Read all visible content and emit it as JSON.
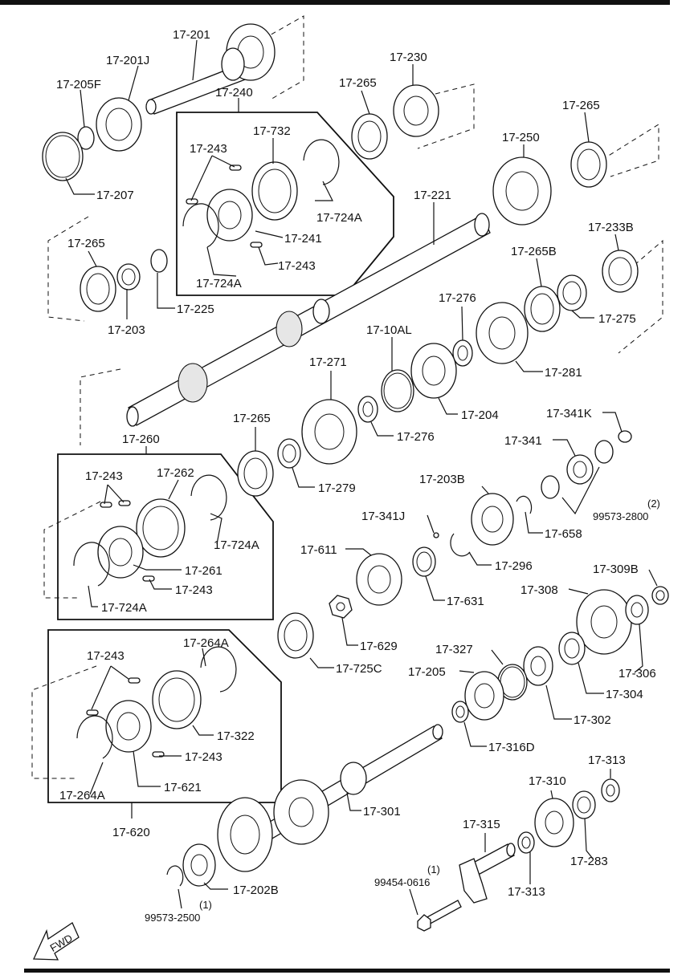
{
  "diagram": {
    "labels": {
      "p17_201": "17-201",
      "p17_201J": "17-201J",
      "p17_205F": "17-205F",
      "p17_207": "17-207",
      "p17_240": "17-240",
      "p17_243_a": "17-243",
      "p17_732": "17-732",
      "p17_724A_a": "17-724A",
      "p17_241": "17-241",
      "p17_243_b": "17-243",
      "p17_724A_b": "17-724A",
      "p17_265_a": "17-265",
      "p17_230": "17-230",
      "p17_265_b": "17-265",
      "p17_250": "17-250",
      "p17_221": "17-221",
      "p17_265_c": "17-265",
      "p17_203": "17-203",
      "p17_225": "17-225",
      "p17_233B": "17-233B",
      "p17_265B": "17-265B",
      "p17_275": "17-275",
      "p17_276_a": "17-276",
      "p17_10AL": "17-10AL",
      "p17_281": "17-281",
      "p17_271": "17-271",
      "p17_204": "17-204",
      "p17_276_b": "17-276",
      "p17_265_d": "17-265",
      "p17_279": "17-279",
      "p17_260": "17-260",
      "p17_243_c": "17-243",
      "p17_262": "17-262",
      "p17_724A_c": "17-724A",
      "p17_261": "17-261",
      "p17_243_d": "17-243",
      "p17_724A_d": "17-724A",
      "p17_341K": "17-341K",
      "p17_341": "17-341",
      "p17_203B": "17-203B",
      "p99573_2800": "99573-2800",
      "qty_2800": "(2)",
      "p17_658": "17-658",
      "p17_341J": "17-341J",
      "p17_296": "17-296",
      "p17_611": "17-611",
      "p17_631": "17-631",
      "p17_629": "17-629",
      "p17_725C": "17-725C",
      "p17_308": "17-308",
      "p17_309B": "17-309B",
      "p17_327": "17-327",
      "p17_205": "17-205",
      "p17_306": "17-306",
      "p17_304": "17-304",
      "p17_302": "17-302",
      "p17_316D": "17-316D",
      "p17_264A_a": "17-264A",
      "p17_243_e": "17-243",
      "p17_322": "17-322",
      "p17_243_f": "17-243",
      "p17_621": "17-621",
      "p17_264A_b": "17-264A",
      "p17_620": "17-620",
      "p17_301": "17-301",
      "p17_313_a": "17-313",
      "p17_310": "17-310",
      "p17_315": "17-315",
      "p17_283": "17-283",
      "p17_313_b": "17-313",
      "p99454_0616": "99454-0616",
      "qty_0616": "(1)",
      "p17_202B": "17-202B",
      "p99573_2500": "99573-2500",
      "qty_2500": "(1)",
      "fwd": "FWD"
    }
  }
}
